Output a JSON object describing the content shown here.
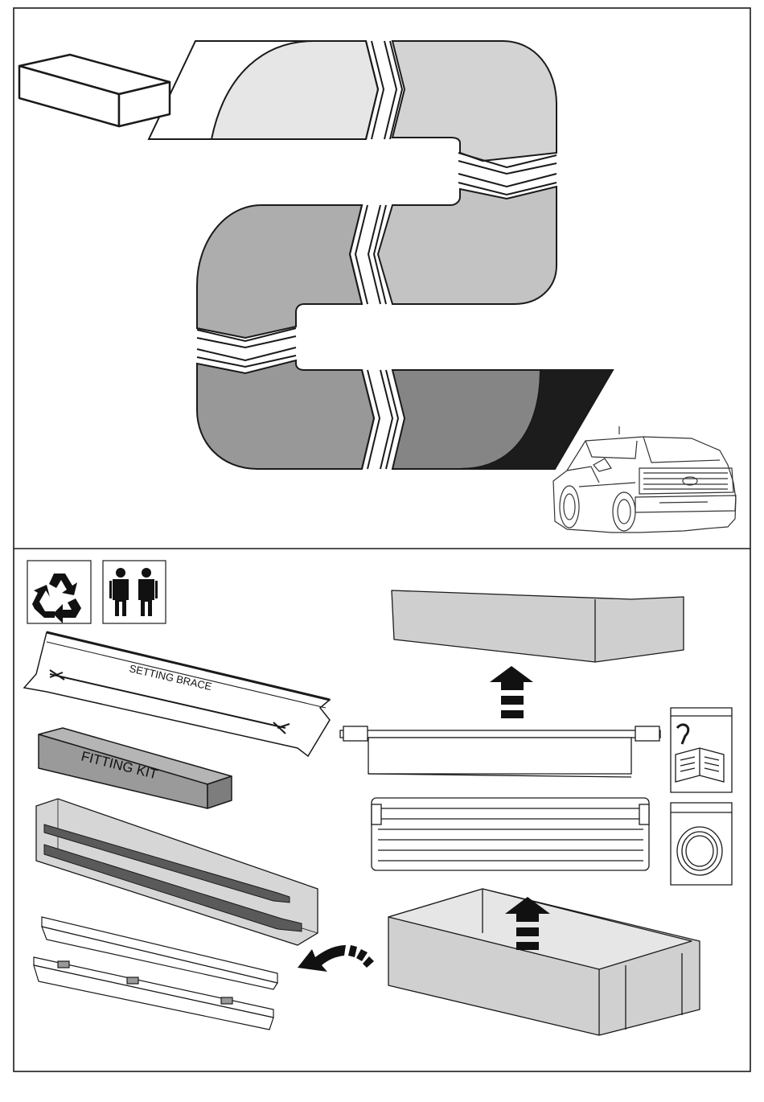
{
  "document": {
    "panels": [
      {
        "name": "delivery-route-illustration"
      },
      {
        "name": "unpacking-instructions"
      }
    ],
    "icons": {
      "recycle": "recycle-icon",
      "two_person_lift": "two-person-icon"
    },
    "labels": {
      "setting_brace": "SETTING BRACE",
      "fitting_kit": "FITTING KIT"
    },
    "colors": {
      "outline": "#1a1a1a",
      "band_1": "#e4e4e4",
      "band_2": "#d2d2d2",
      "band_3": "#c2c2c2",
      "band_4": "#b0b0b0",
      "band_5": "#9a9a9a",
      "band_6": "#858585",
      "band_end": "#1c1c1c",
      "box_fill": "#cfcfcf",
      "fitting_kit_fill": "#9a9a9a"
    }
  }
}
